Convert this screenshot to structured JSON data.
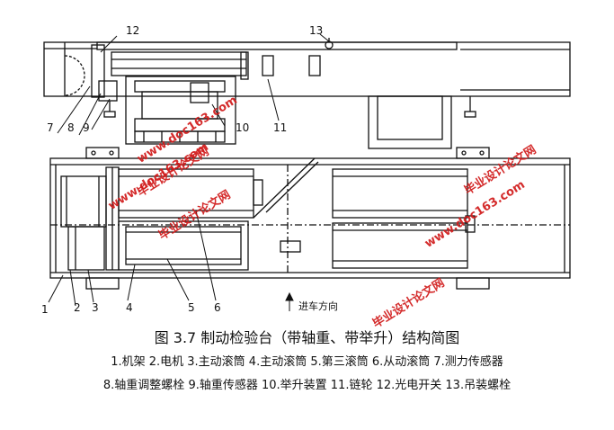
{
  "figure": {
    "title": "图 3.7  制动检验台（带轴重、带举升）结构简图",
    "legend_line_1": "1.机架  2.电机  3.主动滚筒  4.主动滚筒  5.第三滚筒  6.从动滚筒  7.测力传感器",
    "legend_line_2": "8.轴重调整螺栓  9.轴重传感器  10.举升装置    11.链轮  12.光电开关  13.吊装螺栓"
  },
  "labels": {
    "n1": "1",
    "n2": "2",
    "n3": "3",
    "n4": "4",
    "n5": "5",
    "n6": "6",
    "n7": "7",
    "n8": "8",
    "n9": "9",
    "n10": "10",
    "n11": "11",
    "n12": "12",
    "n13": "13"
  },
  "direction": {
    "text": "进车方向"
  },
  "watermarks": {
    "w1a": "毕业设计论文网",
    "w1b": "www.doc163.com",
    "w2a": "毕业设计论文网",
    "w2b": "www.doc163.com",
    "w3a": "毕业设计论文网",
    "w3b": "www.doc163.com",
    "w4": "毕业设计论文网"
  }
}
